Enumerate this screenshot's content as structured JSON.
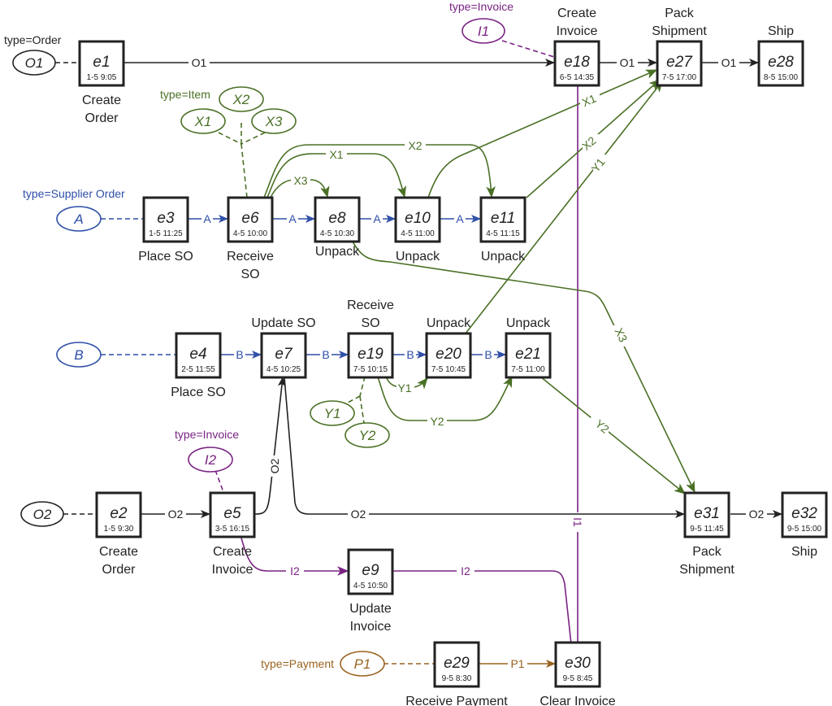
{
  "colors": {
    "order": "#222222",
    "item": "#4a7025",
    "supplier_order": "#2f4fa8",
    "invoice": "#7a2383",
    "payment": "#9a6320"
  },
  "type_labels": {
    "order": "type=Order",
    "item": "type=Item",
    "supplier_order": "type=Supplier Order",
    "invoice_1": "type=Invoice",
    "invoice_2": "type=Invoice",
    "payment": "type=Payment"
  },
  "objects": [
    {
      "id": "O1",
      "type": "order"
    },
    {
      "id": "O2",
      "type": "order"
    },
    {
      "id": "X1",
      "type": "item"
    },
    {
      "id": "X2",
      "type": "item"
    },
    {
      "id": "X3",
      "type": "item"
    },
    {
      "id": "A",
      "type": "supplier_order"
    },
    {
      "id": "B",
      "type": "supplier_order"
    },
    {
      "id": "Y1",
      "type": "item"
    },
    {
      "id": "Y2",
      "type": "item"
    },
    {
      "id": "I1",
      "type": "invoice"
    },
    {
      "id": "I2",
      "type": "invoice"
    },
    {
      "id": "P1",
      "type": "payment"
    }
  ],
  "events": [
    {
      "id": "e1",
      "time": "1-5 9:05",
      "activity": [
        "Create",
        "Order"
      ]
    },
    {
      "id": "e18",
      "time": "6-5 14:35",
      "activity": [
        "Create",
        "Invoice"
      ]
    },
    {
      "id": "e27",
      "time": "7-5 17:00",
      "activity": [
        "Pack",
        "Shipment"
      ]
    },
    {
      "id": "e28",
      "time": "8-5 15:00",
      "activity": [
        "Ship"
      ]
    },
    {
      "id": "e3",
      "time": "1-5 11:25",
      "activity": [
        "Place SO"
      ]
    },
    {
      "id": "e6",
      "time": "4-5 10:00",
      "activity": [
        "Receive",
        "SO"
      ]
    },
    {
      "id": "e8",
      "time": "4-5 10:30",
      "activity": [
        "Unpack"
      ]
    },
    {
      "id": "e10",
      "time": "4-5 11:00",
      "activity": [
        "Unpack"
      ]
    },
    {
      "id": "e11",
      "time": "4-5 11:15",
      "activity": [
        "Unpack"
      ]
    },
    {
      "id": "e4",
      "time": "2-5 11:55",
      "activity": [
        "Place SO"
      ]
    },
    {
      "id": "e7",
      "time": "4-5 10:25",
      "activity": [
        "Update SO"
      ]
    },
    {
      "id": "e19",
      "time": "7-5 10:15",
      "activity": [
        "Receive",
        "SO"
      ]
    },
    {
      "id": "e20",
      "time": "7-5 10:45",
      "activity": [
        "Unpack"
      ]
    },
    {
      "id": "e21",
      "time": "7-5 11:00",
      "activity": [
        "Unpack"
      ]
    },
    {
      "id": "e2",
      "time": "1-5 9:30",
      "activity": [
        "Create",
        "Order"
      ]
    },
    {
      "id": "e5",
      "time": "3-5 16:15",
      "activity": [
        "Create",
        "Invoice"
      ]
    },
    {
      "id": "e9",
      "time": "4-5 10:50",
      "activity": [
        "Update",
        "Invoice"
      ]
    },
    {
      "id": "e31",
      "time": "9-5 11:45",
      "activity": [
        "Pack",
        "Shipment"
      ]
    },
    {
      "id": "e32",
      "time": "9-5 15:00",
      "activity": [
        "Ship"
      ]
    },
    {
      "id": "e29",
      "time": "9-5 8:30",
      "activity": [
        "Receive Payment"
      ]
    },
    {
      "id": "e30",
      "time": "9-5 8:45",
      "activity": [
        "Clear Invoice"
      ]
    }
  ],
  "edges": [
    {
      "from": "e1",
      "to": "e18",
      "object": "O1",
      "type": "order"
    },
    {
      "from": "e18",
      "to": "e27",
      "object": "O1",
      "type": "order"
    },
    {
      "from": "e27",
      "to": "e28",
      "object": "O1",
      "type": "order"
    },
    {
      "from": "e3",
      "to": "e6",
      "object": "A",
      "type": "supplier_order"
    },
    {
      "from": "e6",
      "to": "e8",
      "object": "A",
      "type": "supplier_order"
    },
    {
      "from": "e8",
      "to": "e10",
      "object": "A",
      "type": "supplier_order"
    },
    {
      "from": "e10",
      "to": "e11",
      "object": "A",
      "type": "supplier_order"
    },
    {
      "from": "e6",
      "to": "e8",
      "object": "X3",
      "type": "item"
    },
    {
      "from": "e6",
      "to": "e10",
      "object": "X1",
      "type": "item"
    },
    {
      "from": "e6",
      "to": "e11",
      "object": "X2",
      "type": "item"
    },
    {
      "from": "e10",
      "to": "e27",
      "object": "X1",
      "type": "item"
    },
    {
      "from": "e11",
      "to": "e27",
      "object": "X2",
      "type": "item"
    },
    {
      "from": "e20",
      "to": "e27",
      "object": "Y1",
      "type": "item"
    },
    {
      "from": "e8",
      "to": "e31",
      "object": "X3",
      "type": "item"
    },
    {
      "from": "e4",
      "to": "e7",
      "object": "B",
      "type": "supplier_order"
    },
    {
      "from": "e7",
      "to": "e19",
      "object": "B",
      "type": "supplier_order"
    },
    {
      "from": "e19",
      "to": "e20",
      "object": "B",
      "type": "supplier_order"
    },
    {
      "from": "e20",
      "to": "e21",
      "object": "B",
      "type": "supplier_order"
    },
    {
      "from": "e19",
      "to": "e20",
      "object": "Y1",
      "type": "item"
    },
    {
      "from": "e19",
      "to": "e21",
      "object": "Y2",
      "type": "item"
    },
    {
      "from": "e21",
      "to": "e31",
      "object": "Y2",
      "type": "item"
    },
    {
      "from": "e2",
      "to": "e5",
      "object": "O2",
      "type": "order"
    },
    {
      "from": "e5",
      "to": "e7",
      "object": "O2",
      "type": "order"
    },
    {
      "from": "e7",
      "to": "e31",
      "object": "O2",
      "type": "order"
    },
    {
      "from": "e31",
      "to": "e32",
      "object": "O2",
      "type": "order"
    },
    {
      "from": "e5",
      "to": "e9",
      "object": "I2",
      "type": "invoice"
    },
    {
      "from": "e9",
      "to": "e30",
      "object": "I2",
      "type": "invoice"
    },
    {
      "from": "e18",
      "to": "e30",
      "object": "I1",
      "type": "invoice"
    },
    {
      "from": "e29",
      "to": "e30",
      "object": "P1",
      "type": "payment"
    }
  ]
}
